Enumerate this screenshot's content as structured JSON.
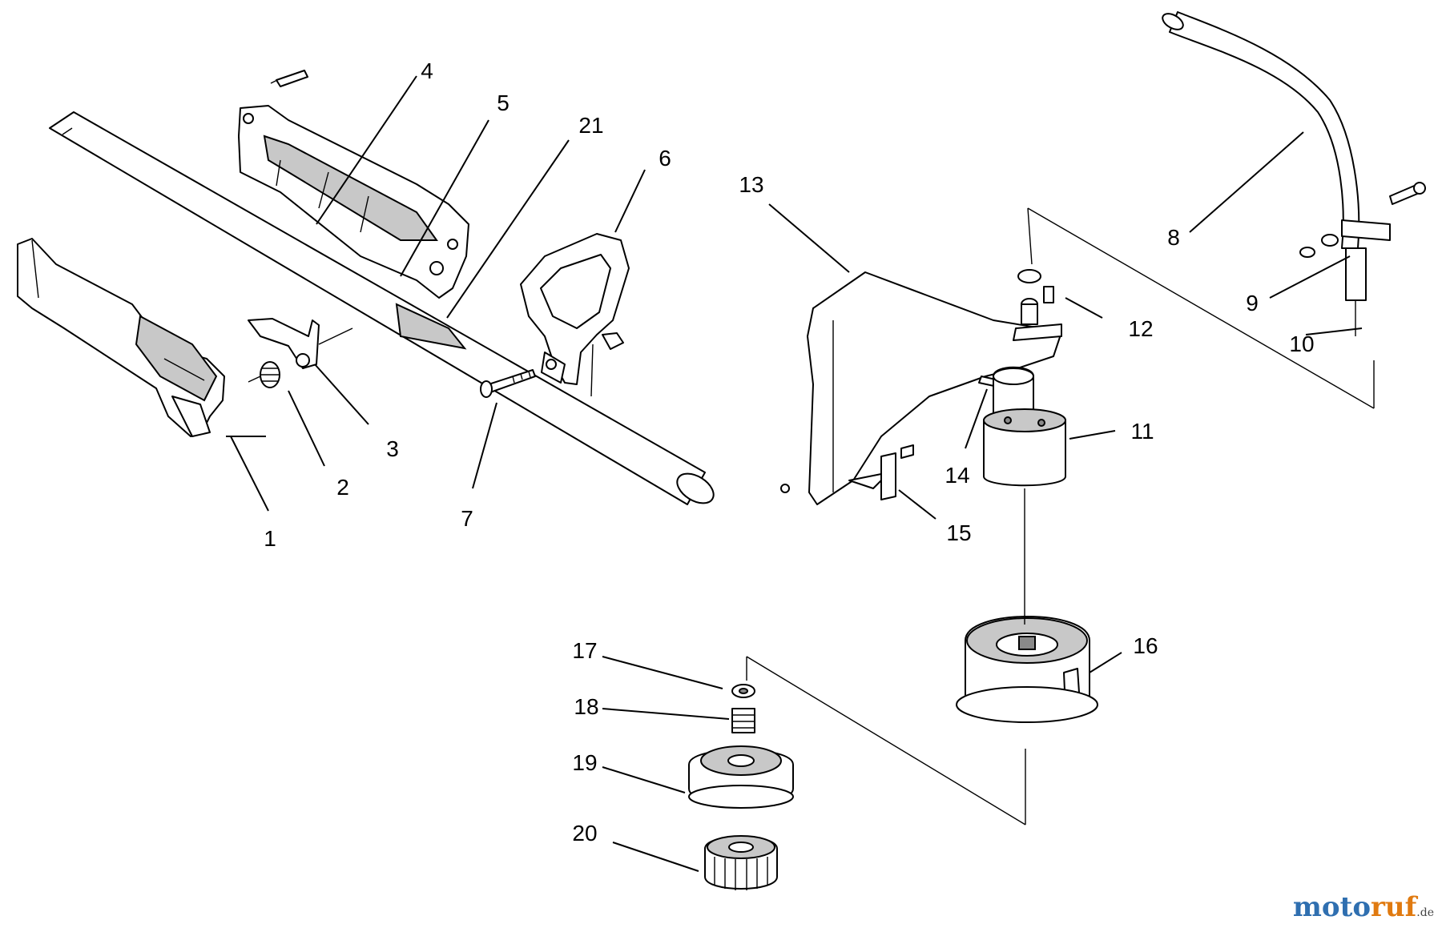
{
  "callouts": [
    {
      "id": "1",
      "label": "1"
    },
    {
      "id": "2",
      "label": "2"
    },
    {
      "id": "3",
      "label": "3"
    },
    {
      "id": "4",
      "label": "4"
    },
    {
      "id": "5",
      "label": "5"
    },
    {
      "id": "6",
      "label": "6"
    },
    {
      "id": "7",
      "label": "7"
    },
    {
      "id": "8",
      "label": "8"
    },
    {
      "id": "9",
      "label": "9"
    },
    {
      "id": "10",
      "label": "10"
    },
    {
      "id": "11",
      "label": "11"
    },
    {
      "id": "12",
      "label": "12"
    },
    {
      "id": "13",
      "label": "13"
    },
    {
      "id": "14",
      "label": "14"
    },
    {
      "id": "15",
      "label": "15"
    },
    {
      "id": "16",
      "label": "16"
    },
    {
      "id": "17",
      "label": "17"
    },
    {
      "id": "18",
      "label": "18"
    },
    {
      "id": "19",
      "label": "19"
    },
    {
      "id": "20",
      "label": "20"
    },
    {
      "id": "21",
      "label": "21"
    }
  ],
  "watermark": {
    "parts": [
      {
        "text": "m",
        "color": "#2f6fb0"
      },
      {
        "text": "o",
        "color": "#2f6fb0"
      },
      {
        "text": "t",
        "color": "#2f6fb0"
      },
      {
        "text": "o",
        "color": "#2f6fb0"
      },
      {
        "text": "r",
        "color": "#e07a10"
      },
      {
        "text": "u",
        "color": "#e07a10"
      },
      {
        "text": "f",
        "color": "#e07a10"
      }
    ],
    "tld": ".de"
  }
}
